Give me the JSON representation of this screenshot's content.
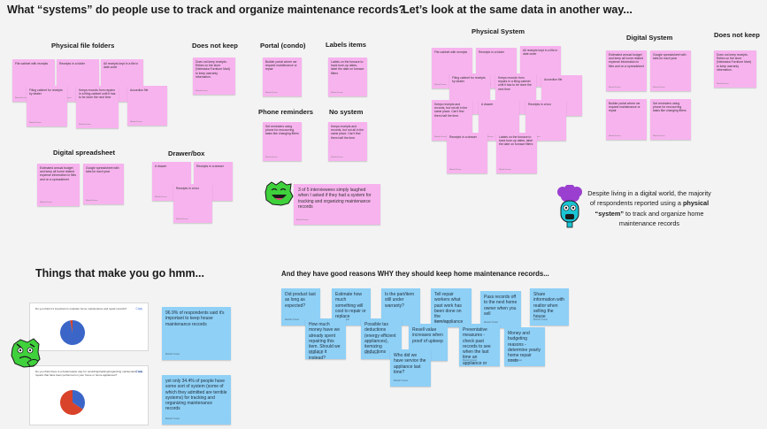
{
  "titles": {
    "t1": "What “systems” do people use to track and organize maintenance records?",
    "t2": "Let’s look at the same data in another way...",
    "t3": "Things that make you go hmm...",
    "t4": "And they have good reasons WHY they should keep home maintenance records..."
  },
  "groups": {
    "physical_file_folders": "Physical file folders",
    "does_not_keep": "Does not keep",
    "portal_condo": "Portal (condo)",
    "labels_items": "Labels items",
    "phone_reminders": "Phone reminders",
    "no_system": "No system",
    "digital_spreadsheet": "Digital spreadsheet",
    "drawer_box": "Drawer/box",
    "physical_system": "Physical System",
    "digital_system": "Digital System",
    "does_not_keep_2": "Does not keep"
  },
  "author": "Mariah Fraser",
  "notes": {
    "file_cabinet": "File cabinet with receipts",
    "receipts_folder": "Receipts in a folder",
    "all_receipts_file": "All receipts kept in a file in date order",
    "filing_cabinet_dealer": "Filing cabinet for receipts by dealer",
    "keeps_records_repairs": "Keeps records from repairs in a filing cabinet until it has to be done the next time",
    "accordion_file": "Accordion file",
    "does_not_keep_receipts": "Does not keep receipts. Relies on the store (Nebraska Furniture Mart) to keep warranty information.",
    "builder_portal": "Builder portal where we request maintenance or repair",
    "labels_furnace": "Labels on the furnace to track tune-up dates, label the date on furnace filters",
    "set_reminders": "Set reminders using phone for reoccurring tasks like changing filters",
    "keeps_receipts_records": "Keeps receipts and records, but not all in the same place. Can't find them half the time.",
    "estimated_budget": "Estimated annual budget and keep all home related expense information in files and on a spreadsheet",
    "google_spreadsheet": "Google spreadsheet with tabs for each year",
    "a_drawer": "A drawer",
    "receipts_drawer": "Receipts in a drawer",
    "receipts_box": "Receipts in a box"
  },
  "interviewees_note": "3 of 5 interviewees simply laughed when I asked if they had a system for tracking and organizing maintenance records",
  "summary": {
    "before": "Despite living in a digital world, the majority of respondents reported using a ",
    "emph": "physical “system”",
    "after": " to track and organize home maintenance records"
  },
  "survey": {
    "q1": "Do you think it's important to maintain home maintenance and repair records?",
    "q2": "Do you think there is a better/easier way for recording/tracking/organizing maintenance and repairs that have been performed on your home or home appliances?",
    "copy": "Copy",
    "stat1": "96.9% of respondents said it's important to keep house maintenance records",
    "stat2": "yet only 34.4% of people have some sort of system (some of which they admitted are terrible systems) for tracking and organizing maintenance records"
  },
  "chart_data": [
    {
      "type": "pie",
      "values": [
        96.9,
        3.1
      ],
      "colors": [
        "#3b66c8",
        "#d8432a"
      ]
    },
    {
      "type": "pie",
      "values": [
        34.4,
        65.6
      ],
      "colors": [
        "#3b66c8",
        "#d8432a"
      ]
    }
  ],
  "reasons": {
    "r1": "Did product last as long as expected?",
    "r2": "Estimate how much something will cost to repair or replace",
    "r3": "Is the part/item still under warranty?",
    "r4": "Tell repair workers what past work has been done on the item/appliance",
    "r5": "Pass records off to the next home owner when you sell",
    "r6": "Share information with realtor when selling the house",
    "r7": "How much money have we already spent repairing this item. Should we replace it instead?",
    "r8": "Possible tax deductions (energy efficient appliances), itemizing deductions",
    "r9": "Resell value increases when proof of upkeep",
    "r10": "Preventative measures - check past records to see when the last time an appliance or item has been serviced",
    "r11": "Money and budgeting reasons - determine yearly home repair costs",
    "r12": "Who did we have service the appliance last time?"
  },
  "colors": {
    "pink": "#f7b3ee",
    "blue": "#8fd0f6",
    "green": "#3fd13c",
    "purple": "#9a3fd0",
    "teal": "#19c4d4"
  }
}
